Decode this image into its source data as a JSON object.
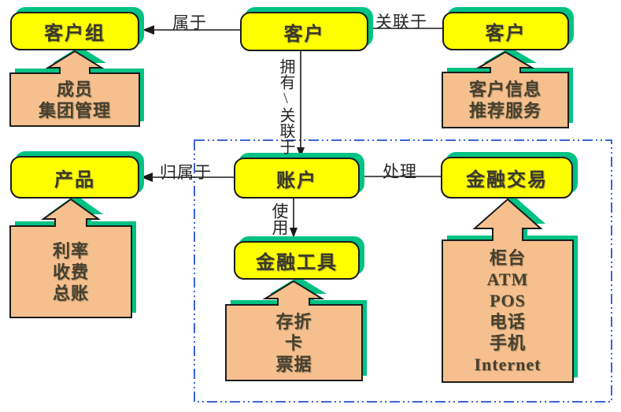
{
  "colors": {
    "entityFill": "#FFFF00",
    "shadowColor": "#00C283",
    "attributeFill": "#F5C08E",
    "boundaryColor": "#3A64D8",
    "lineColor": "#1A1A1A"
  },
  "entities": [
    {
      "label": "客户组"
    },
    {
      "label": "客户"
    },
    {
      "label": "客户"
    },
    {
      "label": "产品"
    },
    {
      "label": "账户"
    },
    {
      "label": "金融交易"
    },
    {
      "label": "金融工具"
    }
  ],
  "relations": [
    {
      "label": "属于"
    },
    {
      "label": "关联于"
    },
    {
      "label": "拥有\\关联于"
    },
    {
      "label": "归属于"
    },
    {
      "label": "处理"
    },
    {
      "label": "使用"
    }
  ],
  "attributes": [
    {
      "lines": [
        "成员",
        "集团管理"
      ]
    },
    {
      "lines": [
        "客户信息",
        "推荐服务"
      ]
    },
    {
      "lines": [
        "利率",
        "收费",
        "总账"
      ]
    },
    {
      "lines": [
        "存折",
        "卡",
        "票据"
      ]
    },
    {
      "lines": [
        "柜台",
        "ATM",
        "POS",
        "电话",
        "手机",
        "Internet"
      ]
    }
  ]
}
